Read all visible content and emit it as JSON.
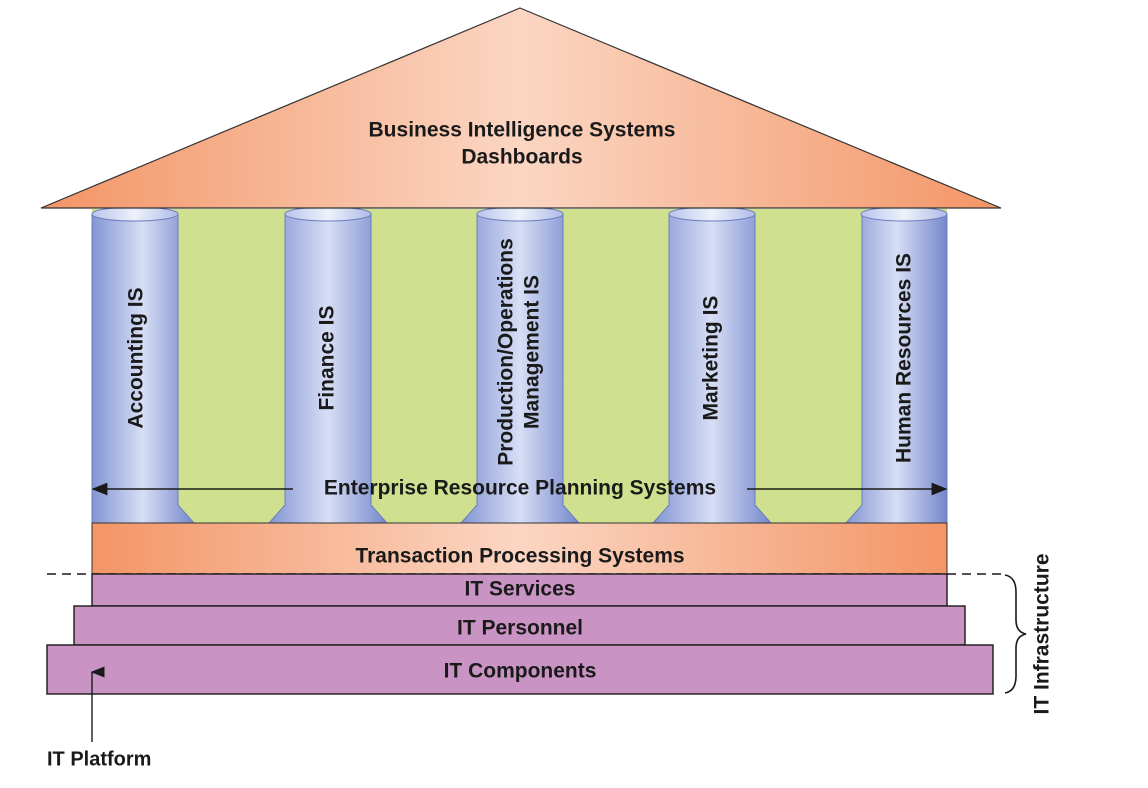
{
  "roof": {
    "line1": "Business Intelligence Systems",
    "line2": "Dashboards"
  },
  "pillars": [
    {
      "lines": [
        "Accounting IS"
      ]
    },
    {
      "lines": [
        "Finance IS"
      ]
    },
    {
      "lines": [
        "Production/Operations",
        "Management IS"
      ]
    },
    {
      "lines": [
        "Marketing IS"
      ]
    },
    {
      "lines": [
        "Human Resources IS"
      ]
    }
  ],
  "erp": "Enterprise Resource Planning Systems",
  "tps": "Transaction Processing Systems",
  "it_services": "IT Services",
  "it_personnel": "IT Personnel",
  "it_components": "IT Components",
  "it_infrastructure": "IT Infrastructure",
  "it_platform": "IT Platform",
  "colors": {
    "roof_center": "#fbd3c0",
    "roof_edge": "#f39566",
    "pillar_light": "#c9d4f0",
    "pillar_dark": "#7b8fcf",
    "background_panel": "#cfe08e",
    "it_layers": "#c994c4"
  }
}
